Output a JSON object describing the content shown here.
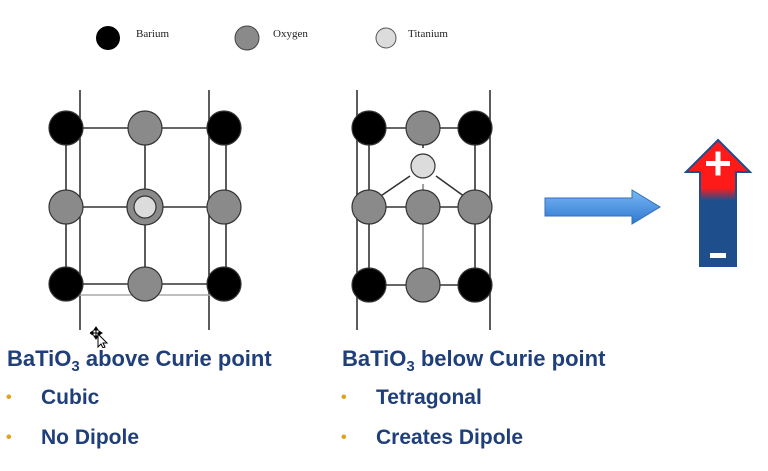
{
  "legend": [
    {
      "label": "Barium",
      "color": "#000000",
      "icon": "barium-atom-icon"
    },
    {
      "label": "Oxygen",
      "color": "#8a8a8a",
      "icon": "oxygen-atom-icon"
    },
    {
      "label": "Titanium",
      "color": "#dcdcdc",
      "icon": "titanium-atom-icon"
    }
  ],
  "left_panel": {
    "title_prefix": "BaTiO",
    "title_subscript": "3",
    "title_suffix": " above Curie point",
    "bullets": [
      "Cubic",
      "No Dipole"
    ]
  },
  "right_panel": {
    "title_prefix": "BaTiO",
    "title_subscript": "3",
    "title_suffix": " below Curie point",
    "bullets": [
      "Tetragonal",
      "Creates Dipole"
    ]
  },
  "colors": {
    "barium": "#000000",
    "oxygen": "#8a8a8a",
    "titanium": "#dcdcdc",
    "caption_text": "#1f3f7a",
    "bullet": "#e0a020",
    "arrow_blue": "#4a90e2",
    "dipole_positive": "#ff1a1a",
    "dipole_negative": "#1f4e8c"
  },
  "icons": {
    "transition_arrow": "right-arrow-icon",
    "dipole": "dipole-arrow-icon",
    "plus": "plus-icon",
    "minus": "minus-icon",
    "cursor": "move-cursor-icon"
  }
}
